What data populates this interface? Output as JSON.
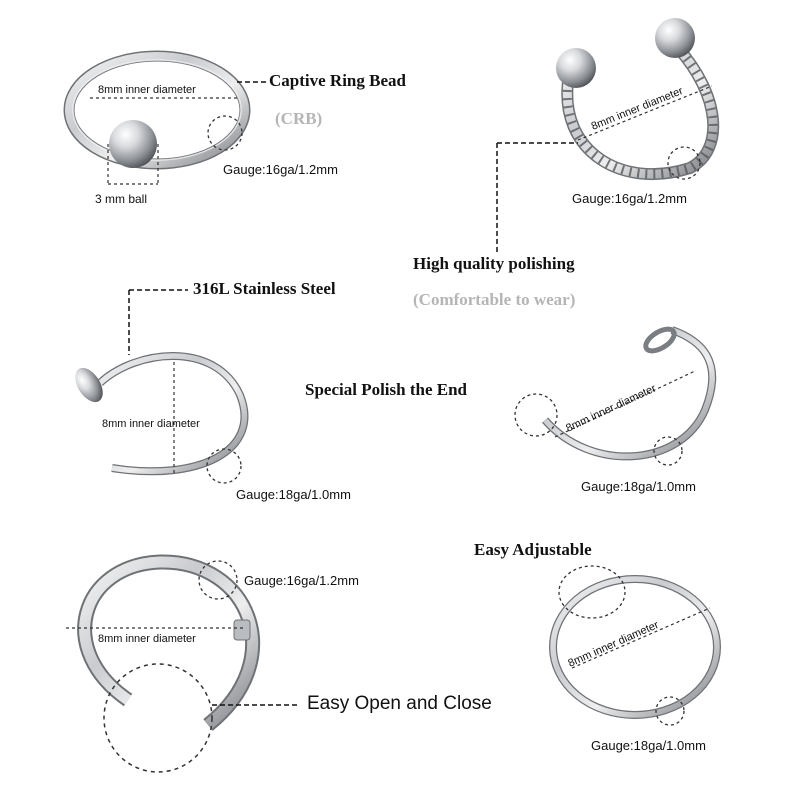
{
  "colors": {
    "background": "#ffffff",
    "metal_light": "#f4f4f4",
    "metal_mid": "#b9bcc0",
    "metal_dark": "#6d7075",
    "text": "#111111",
    "subtext": "#b5b5b5"
  },
  "captive_ring": {
    "title": "Captive Ring Bead",
    "subtitle": "(CRB)",
    "diameter_label": "8mm inner diameter",
    "gauge": "Gauge:16ga/1.2mm",
    "ball_label": "3 mm ball"
  },
  "twisted_horseshoe": {
    "diameter_label": "8mm inner diameter",
    "gauge": "Gauge:16ga/1.2mm",
    "feature_title": "High quality polishing",
    "feature_subtitle": "(Comfortable to wear)"
  },
  "nose_ring_flat": {
    "title": "316L Stainless Steel",
    "diameter_label": "8mm inner diameter",
    "gauge": "Gauge:18ga/1.0mm"
  },
  "nose_ring_loop": {
    "title": "Special Polish the End",
    "diameter_label": "8mm inner diameter",
    "gauge": "Gauge:18ga/1.0mm"
  },
  "hinged_ring": {
    "gauge": "Gauge:16ga/1.2mm",
    "diameter_label": "8mm inner diameter",
    "feature_title": "Easy Open and Close"
  },
  "seamless_ring": {
    "title": "Easy Adjustable",
    "diameter_label": "8mm inner diameter",
    "gauge": "Gauge:18ga/1.0mm"
  }
}
